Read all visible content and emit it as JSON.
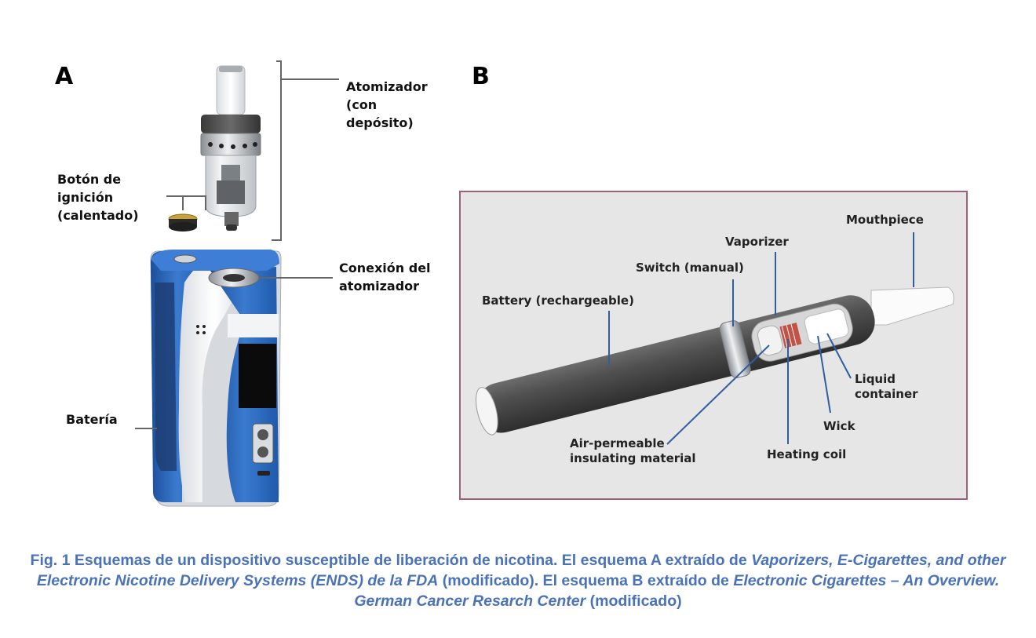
{
  "panel_a": {
    "letter": "A",
    "labels": {
      "atomizer": [
        "Atomizador",
        "(con",
        "depósito)"
      ],
      "ignition": [
        "Botón de",
        "ignición",
        "(calentado)"
      ],
      "connection": [
        "Conexión del",
        "atomizador"
      ],
      "battery": "Batería"
    }
  },
  "panel_b": {
    "letter": "B",
    "labels": {
      "mouthpiece": "Mouthpiece",
      "vaporizer": "Vaporizer",
      "switch": "Switch (manual)",
      "battery": "Battery (rechargeable)",
      "liquid": [
        "Liquid",
        "container"
      ],
      "wick": "Wick",
      "air": [
        "Air-permeable",
        "insulating material"
      ],
      "coil": "Heating coil"
    }
  },
  "caption": {
    "p1": "Fig. 1 Esquemas de un dispositivo susceptible de liberación de nicotina. El esquema A extraído de ",
    "i1": "Vaporizers, E-Cigarettes, and other Electronic Nicotine Delivery Systems (ENDS) de la FDA",
    "p2": " (modificado). El esquema B extraído de ",
    "i2": "Electronic Cigarettes – An Overview. German Cancer Resarch Center",
    "p3": " (modificado)"
  },
  "colors": {
    "caption": "#4a72b8",
    "device_blue": "#2d6bc4",
    "panel_border": "#a0607a",
    "panel_bg": "#e6e6e6",
    "ecig_body": "#4f4f4f",
    "leader_blue": "#2f5f9e"
  }
}
